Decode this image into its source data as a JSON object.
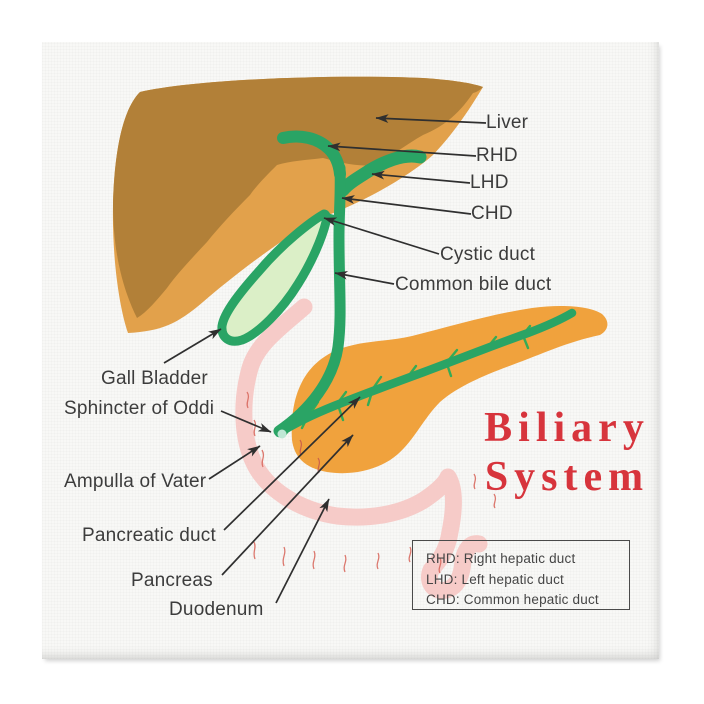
{
  "poster": {
    "title": {
      "line1": "Biliary",
      "line2": "System"
    },
    "labels": {
      "liver": "Liver",
      "rhd": "RHD",
      "lhd": "LHD",
      "chd": "CHD",
      "cystic_duct": "Cystic duct",
      "common_bile_duct": "Common bile duct",
      "gall_bladder": "Gall Bladder",
      "sphincter_of_oddi": "Sphincter of Oddi",
      "ampulla_of_vater": "Ampulla of Vater",
      "pancreatic_duct": "Pancreatic duct",
      "pancreas": "Pancreas",
      "duodenum": "Duodenum"
    },
    "legend": {
      "items": [
        "RHD: Right hepatic duct",
        "LHD: Left hepatic duct",
        "CHD: Common hepatic duct"
      ]
    },
    "colors": {
      "liver_dark": "#b28038",
      "liver_light": "#e2a14b",
      "duct_green": "#2aa465",
      "duct_branch_green": "#35ab56",
      "gall_bladder_fill": "#dbefc7",
      "pancreas_orange": "#f0a23d",
      "duodenum_pink": "#f6cbc8",
      "squiggle_red": "#d96b60",
      "squiggle_dark_red": "#c4524c",
      "title_red": "#d7343c",
      "label_text": "#3c3c3c",
      "arrow_black": "#2f2f2f",
      "ampulla_dot": "#bfe7d5",
      "canvas_bg": "#f8f8f6"
    }
  }
}
